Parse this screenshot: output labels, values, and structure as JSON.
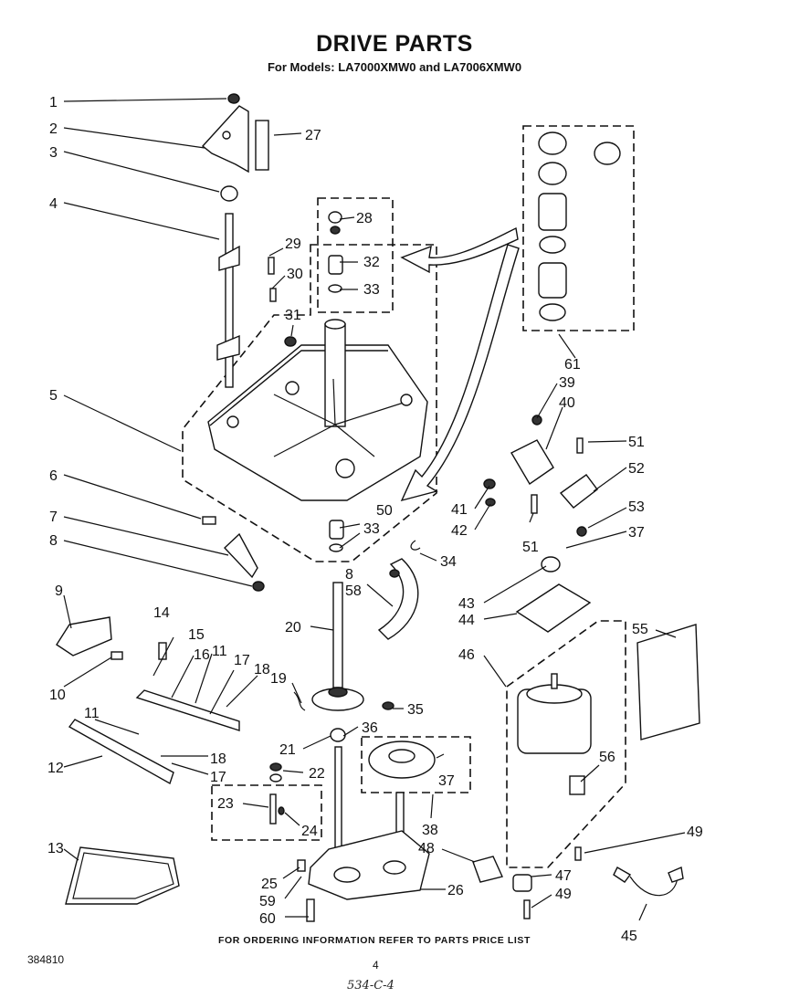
{
  "header": {
    "title": "DRIVE PARTS",
    "subtitle": "For Models: LA7000XMW0 and LA7006XMW0"
  },
  "footer": {
    "ordering_note": "FOR ORDERING INFORMATION REFER TO PARTS PRICE LIST",
    "document_number": "384810",
    "page_number": "4",
    "handwritten_note": "534-C-4"
  },
  "callouts": [
    "1",
    "2",
    "3",
    "4",
    "5",
    "6",
    "7",
    "8",
    "9",
    "10",
    "11",
    "12",
    "13",
    "14",
    "15",
    "16",
    "11",
    "17",
    "18",
    "19",
    "20",
    "21",
    "22",
    "23",
    "24",
    "25",
    "26",
    "27",
    "28",
    "29",
    "30",
    "31",
    "32",
    "33",
    "50",
    "33",
    "34",
    "8",
    "58",
    "35",
    "36",
    "37",
    "38",
    "48",
    "47",
    "49",
    "49",
    "45",
    "46",
    "55",
    "56",
    "43",
    "44",
    "41",
    "42",
    "51",
    "37",
    "51",
    "52",
    "53",
    "39",
    "40",
    "61",
    "22",
    "59",
    "60",
    "17",
    "18"
  ]
}
